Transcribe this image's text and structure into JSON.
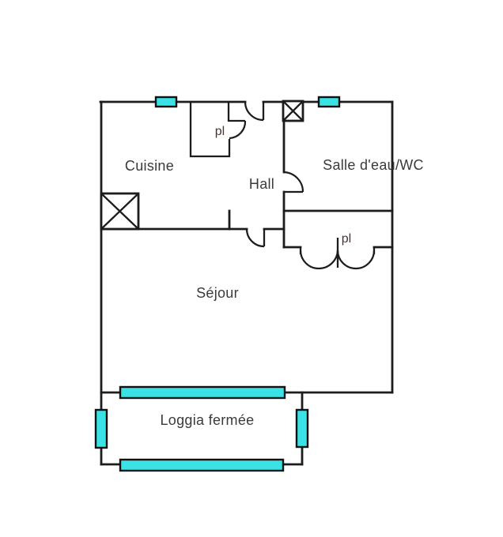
{
  "colors": {
    "wall": "#1c1c1c",
    "window_fill": "#3ae2e6",
    "label_text": "#3a3a3a",
    "background": "#ffffff"
  },
  "rooms": [
    {
      "name": "cuisine",
      "label": "Cuisine"
    },
    {
      "name": "hall",
      "label": "Hall"
    },
    {
      "name": "salle-eau-wc",
      "label": "Salle d'eau/WC"
    },
    {
      "name": "sejour",
      "label": "Séjour"
    },
    {
      "name": "loggia",
      "label": "Loggia fermée"
    },
    {
      "name": "placard-entree",
      "label": "pl"
    },
    {
      "name": "placard-sejour",
      "label": "pl"
    }
  ],
  "symbols": {
    "duct": "crossed-square-vent",
    "window": "cyan-glazing-bar",
    "door_swing": "quarter-circle-arc"
  }
}
